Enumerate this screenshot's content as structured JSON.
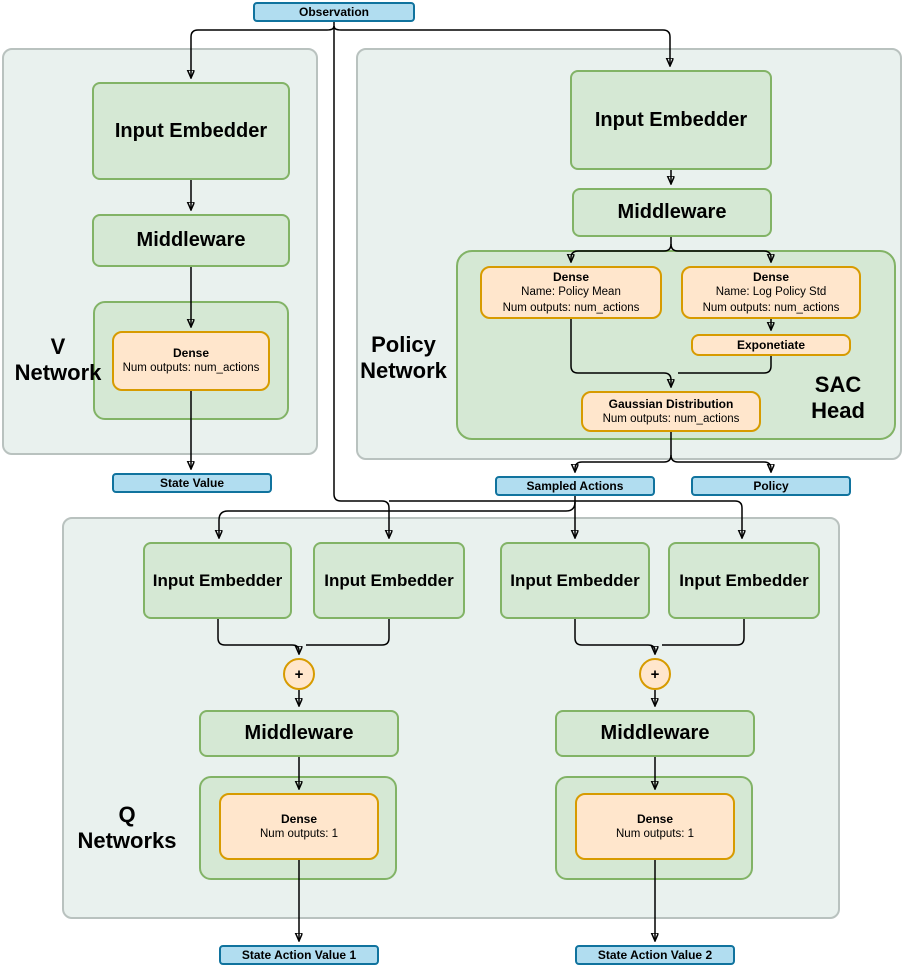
{
  "colors": {
    "green_fill": "#d5e8d4",
    "green_border": "#82b366",
    "orange_fill": "#ffe6cc",
    "orange_border": "#d79b00",
    "blue_fill": "#b1ddf0",
    "blue_border": "#10739e",
    "container_fill": "#e9f1ee",
    "container_border": "#b9c2bf",
    "edge_color": "#000000",
    "text_color": "#000000"
  },
  "observation": {
    "label": "Observation"
  },
  "v_network": {
    "label": "V Network",
    "input_embedder_label": "Input Embedder",
    "middleware_label": "Middleware",
    "dense": {
      "title": "Dense",
      "outputs": "Num outputs: num_actions"
    },
    "output_label": "State Value"
  },
  "policy_network": {
    "label": "Policy Network",
    "input_embedder_label": "Input Embedder",
    "middleware_label": "Middleware",
    "sac_head": {
      "label": "SAC Head",
      "dense_mean": {
        "title": "Dense",
        "name": "Name: Policy Mean",
        "outputs": "Num outputs: num_actions"
      },
      "dense_log_std": {
        "title": "Dense",
        "name": "Name: Log Policy Std",
        "outputs": "Num outputs: num_actions"
      },
      "exponentiate_label": "Exponetiate",
      "gaussian": {
        "title": "Gaussian Distribution",
        "outputs": "Num outputs: num_actions"
      }
    },
    "sampled_actions_label": "Sampled Actions",
    "policy_label": "Policy"
  },
  "q_networks": {
    "label": "Q Networks",
    "input_embedders": [
      "Input Embedder",
      "Input Embedder",
      "Input Embedder",
      "Input Embedder"
    ],
    "plus_label": "+",
    "middleware_labels": [
      "Middleware",
      "Middleware"
    ],
    "denses": [
      {
        "title": "Dense",
        "outputs": "Num outputs: 1"
      },
      {
        "title": "Dense",
        "outputs": "Num outputs: 1"
      }
    ],
    "output_labels": [
      "State Action Value 1",
      "State Action Value 2"
    ]
  }
}
